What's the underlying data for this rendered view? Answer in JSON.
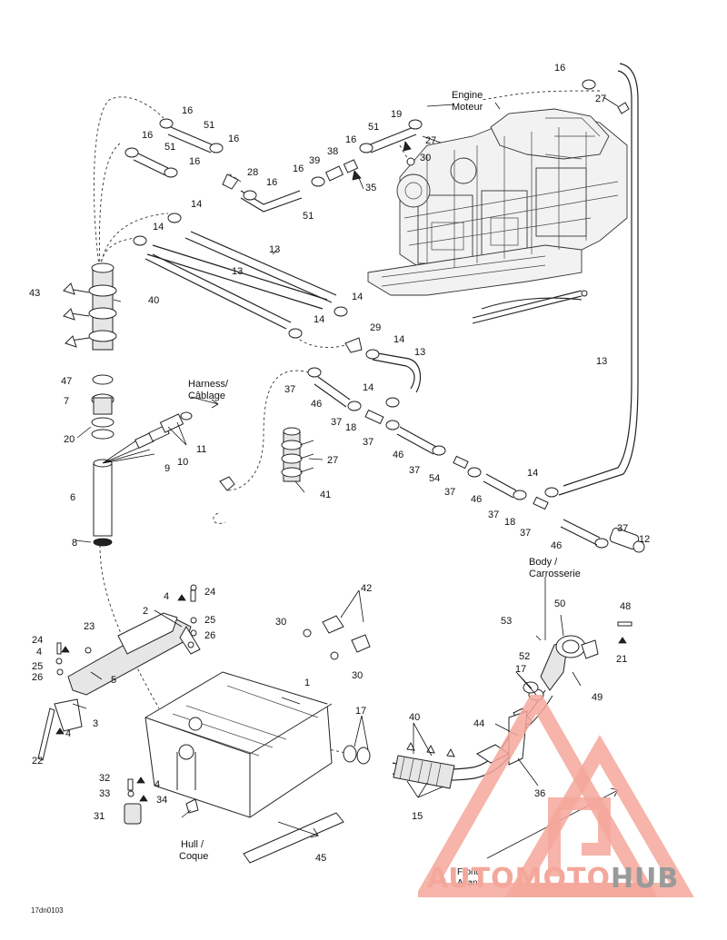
{
  "labels": {
    "engine": "Engine",
    "moteur": "Moteur",
    "harness": "Harness/",
    "cablage": "Câblage",
    "body": "Body /",
    "carrosserie": "Carrosserie",
    "hull": "Hull /",
    "coque": "Coque",
    "front": "Front /",
    "avant": "Avant",
    "drawing_code": "17dn0103"
  },
  "callouts": {
    "c1": "1",
    "c2": "2",
    "c3": "3",
    "c4": "4",
    "c5": "5",
    "c6": "6",
    "c7": "7",
    "c8": "8",
    "c9": "9",
    "c10": "10",
    "c11": "11",
    "c12": "12",
    "c13": "13",
    "c14": "14",
    "c15": "15",
    "c16": "16",
    "c17": "17",
    "c18": "18",
    "c19": "19",
    "c20": "20",
    "c21": "21",
    "c22": "22",
    "c23": "23",
    "c24": "24",
    "c25": "25",
    "c26": "26",
    "c27": "27",
    "c28": "28",
    "c29": "29",
    "c30": "30",
    "c31": "31",
    "c32": "32",
    "c33": "33",
    "c34": "34",
    "c35": "35",
    "c36": "36",
    "c37": "37",
    "c38": "38",
    "c39": "39",
    "c40": "40",
    "c41": "41",
    "c42": "42",
    "c43": "43",
    "c44": "44",
    "c45": "45",
    "c46": "46",
    "c47": "47",
    "c48": "48",
    "c49": "49",
    "c50": "50",
    "c51": "51",
    "c52": "52",
    "c53": "53",
    "c54": "54"
  },
  "watermark": {
    "brand_part1": "AUTO",
    "brand_part2": "MOTO",
    "brand_part3": "HUB",
    "color_primary": "#f4a79b",
    "color_secondary": "#9a9a9a"
  }
}
